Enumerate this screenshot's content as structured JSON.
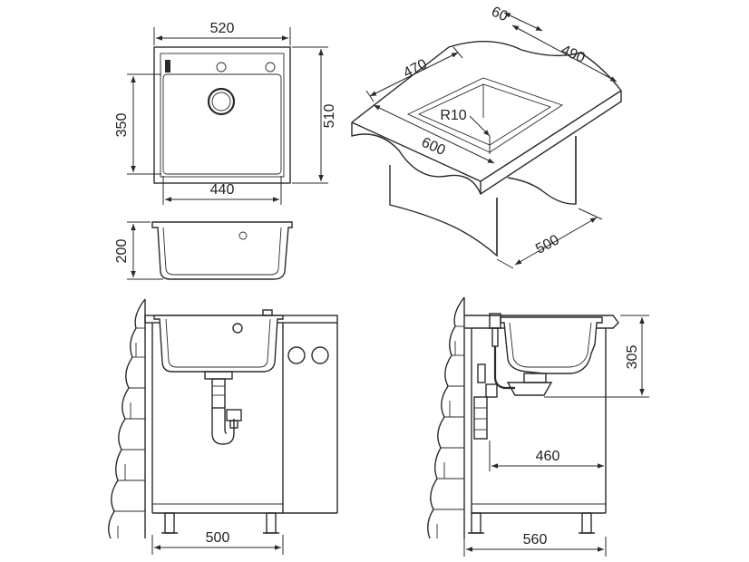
{
  "dimensions": {
    "top_width": "520",
    "top_height": "510",
    "bowl_depth": "350",
    "bowl_width": "440",
    "section_depth": "200",
    "iso_wall": "60",
    "iso_depth": "490",
    "iso_width": "470",
    "iso_radius": "R10",
    "iso_length": "600",
    "iso_cabinet": "500",
    "front_cabinet": "500",
    "side_height": "305",
    "side_drain": "460",
    "side_cabinet": "560"
  },
  "colors": {
    "line": "#2a2a2a",
    "background": "#ffffff"
  }
}
